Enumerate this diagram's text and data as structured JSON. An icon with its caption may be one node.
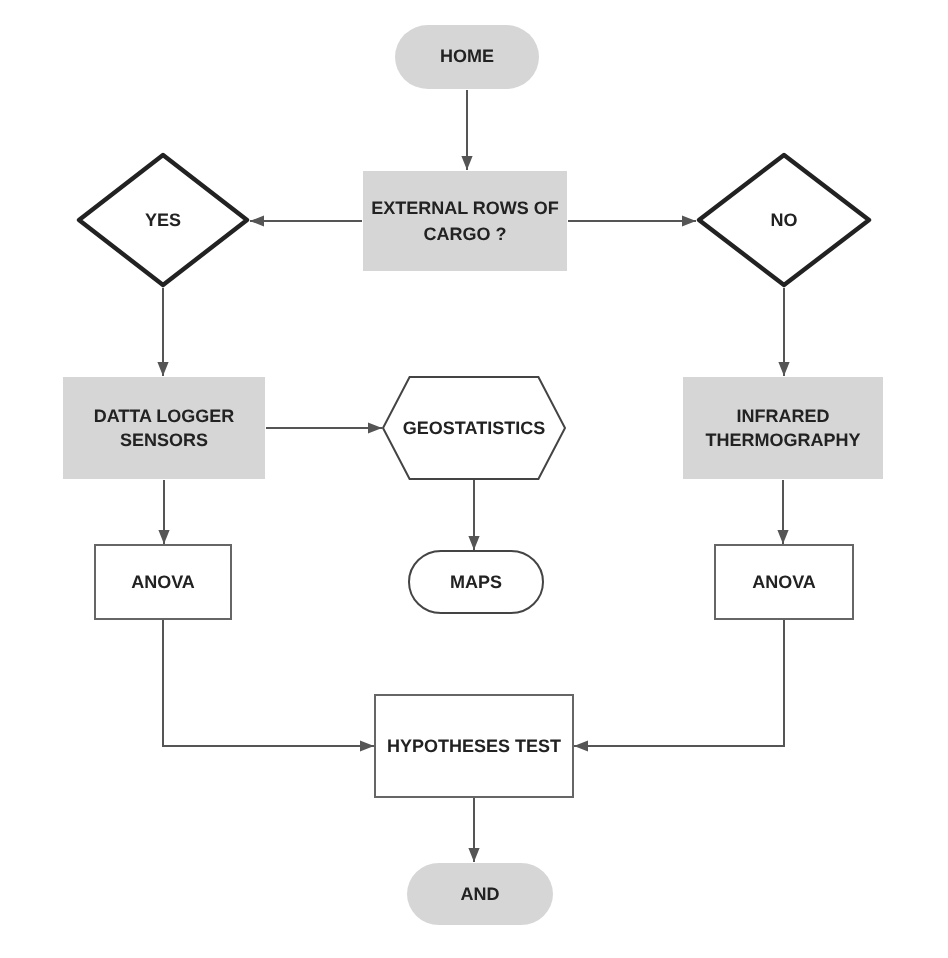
{
  "diagram": {
    "nodes": [
      {
        "text": [
          "HOME"
        ]
      },
      {
        "text": [
          "EXTERNAL ROWS OF CARGO ?"
        ]
      },
      {
        "text": [
          "YES"
        ]
      },
      {
        "text": [
          "NO"
        ]
      },
      {
        "text": [
          "DATTA LOGGER SENSORS"
        ]
      },
      {
        "text": [
          "GEOSTATISTICS"
        ]
      },
      {
        "text": [
          "INFRARED THERMOGRAPHY"
        ]
      },
      {
        "text": [
          "ANOVA"
        ]
      },
      {
        "text": [
          "MAPS"
        ]
      },
      {
        "text": [
          "ANOVA"
        ]
      },
      {
        "text": [
          "HYPOTHESES TEST"
        ]
      },
      {
        "text": [
          "AND"
        ]
      }
    ],
    "edges": [
      {
        "from": 0,
        "to": 1,
        "arrow": "to"
      },
      {
        "from": 1,
        "to": 2,
        "arrow": "to"
      },
      {
        "from": 1,
        "to": 3,
        "arrow": "to"
      },
      {
        "from": 2,
        "to": 4,
        "arrow": "to"
      },
      {
        "from": 4,
        "to": 5,
        "arrow": "to"
      },
      {
        "from": 5,
        "to": 8,
        "arrow": "to"
      },
      {
        "from": 3,
        "to": 6,
        "arrow": "to"
      },
      {
        "from": 4,
        "to": 7,
        "arrow": "to"
      },
      {
        "from": 6,
        "to": 9,
        "arrow": "to"
      },
      {
        "from": 7,
        "to": 10,
        "arrow": "to"
      },
      {
        "from": 9,
        "to": 10,
        "arrow": "to"
      },
      {
        "from": 10,
        "to": 11,
        "arrow": "to"
      }
    ]
  }
}
